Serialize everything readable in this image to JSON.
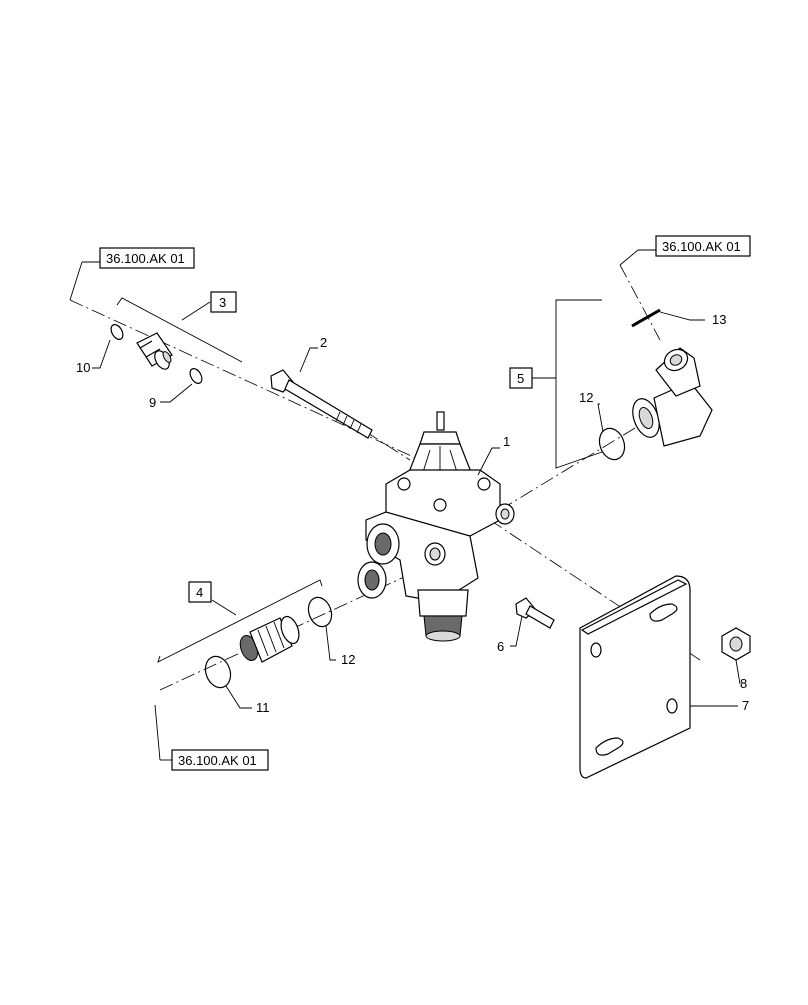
{
  "callouts": {
    "c1": "1",
    "c2": "2",
    "c3": "3",
    "c4": "4",
    "c5": "5",
    "c6": "6",
    "c7": "7",
    "c8": "8",
    "c9": "9",
    "c10": "10",
    "c11": "11",
    "c12a": "12",
    "c12b": "12",
    "c13": "13"
  },
  "references": {
    "top_left": "36.100.AK 01",
    "top_right": "36.100.AK 01",
    "bottom_left": "36.100.AK 01"
  }
}
